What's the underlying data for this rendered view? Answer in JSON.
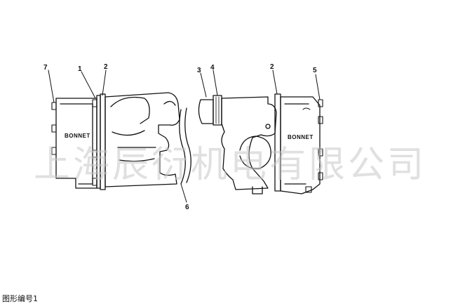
{
  "callouts": [
    "7",
    "1",
    "2",
    "3",
    "4",
    "2",
    "5",
    "6"
  ],
  "bonnet_left": "BONNET",
  "bonnet_right": "BONNET",
  "watermark": "上海辰衍机电有限公司",
  "caption": "图形编号1"
}
